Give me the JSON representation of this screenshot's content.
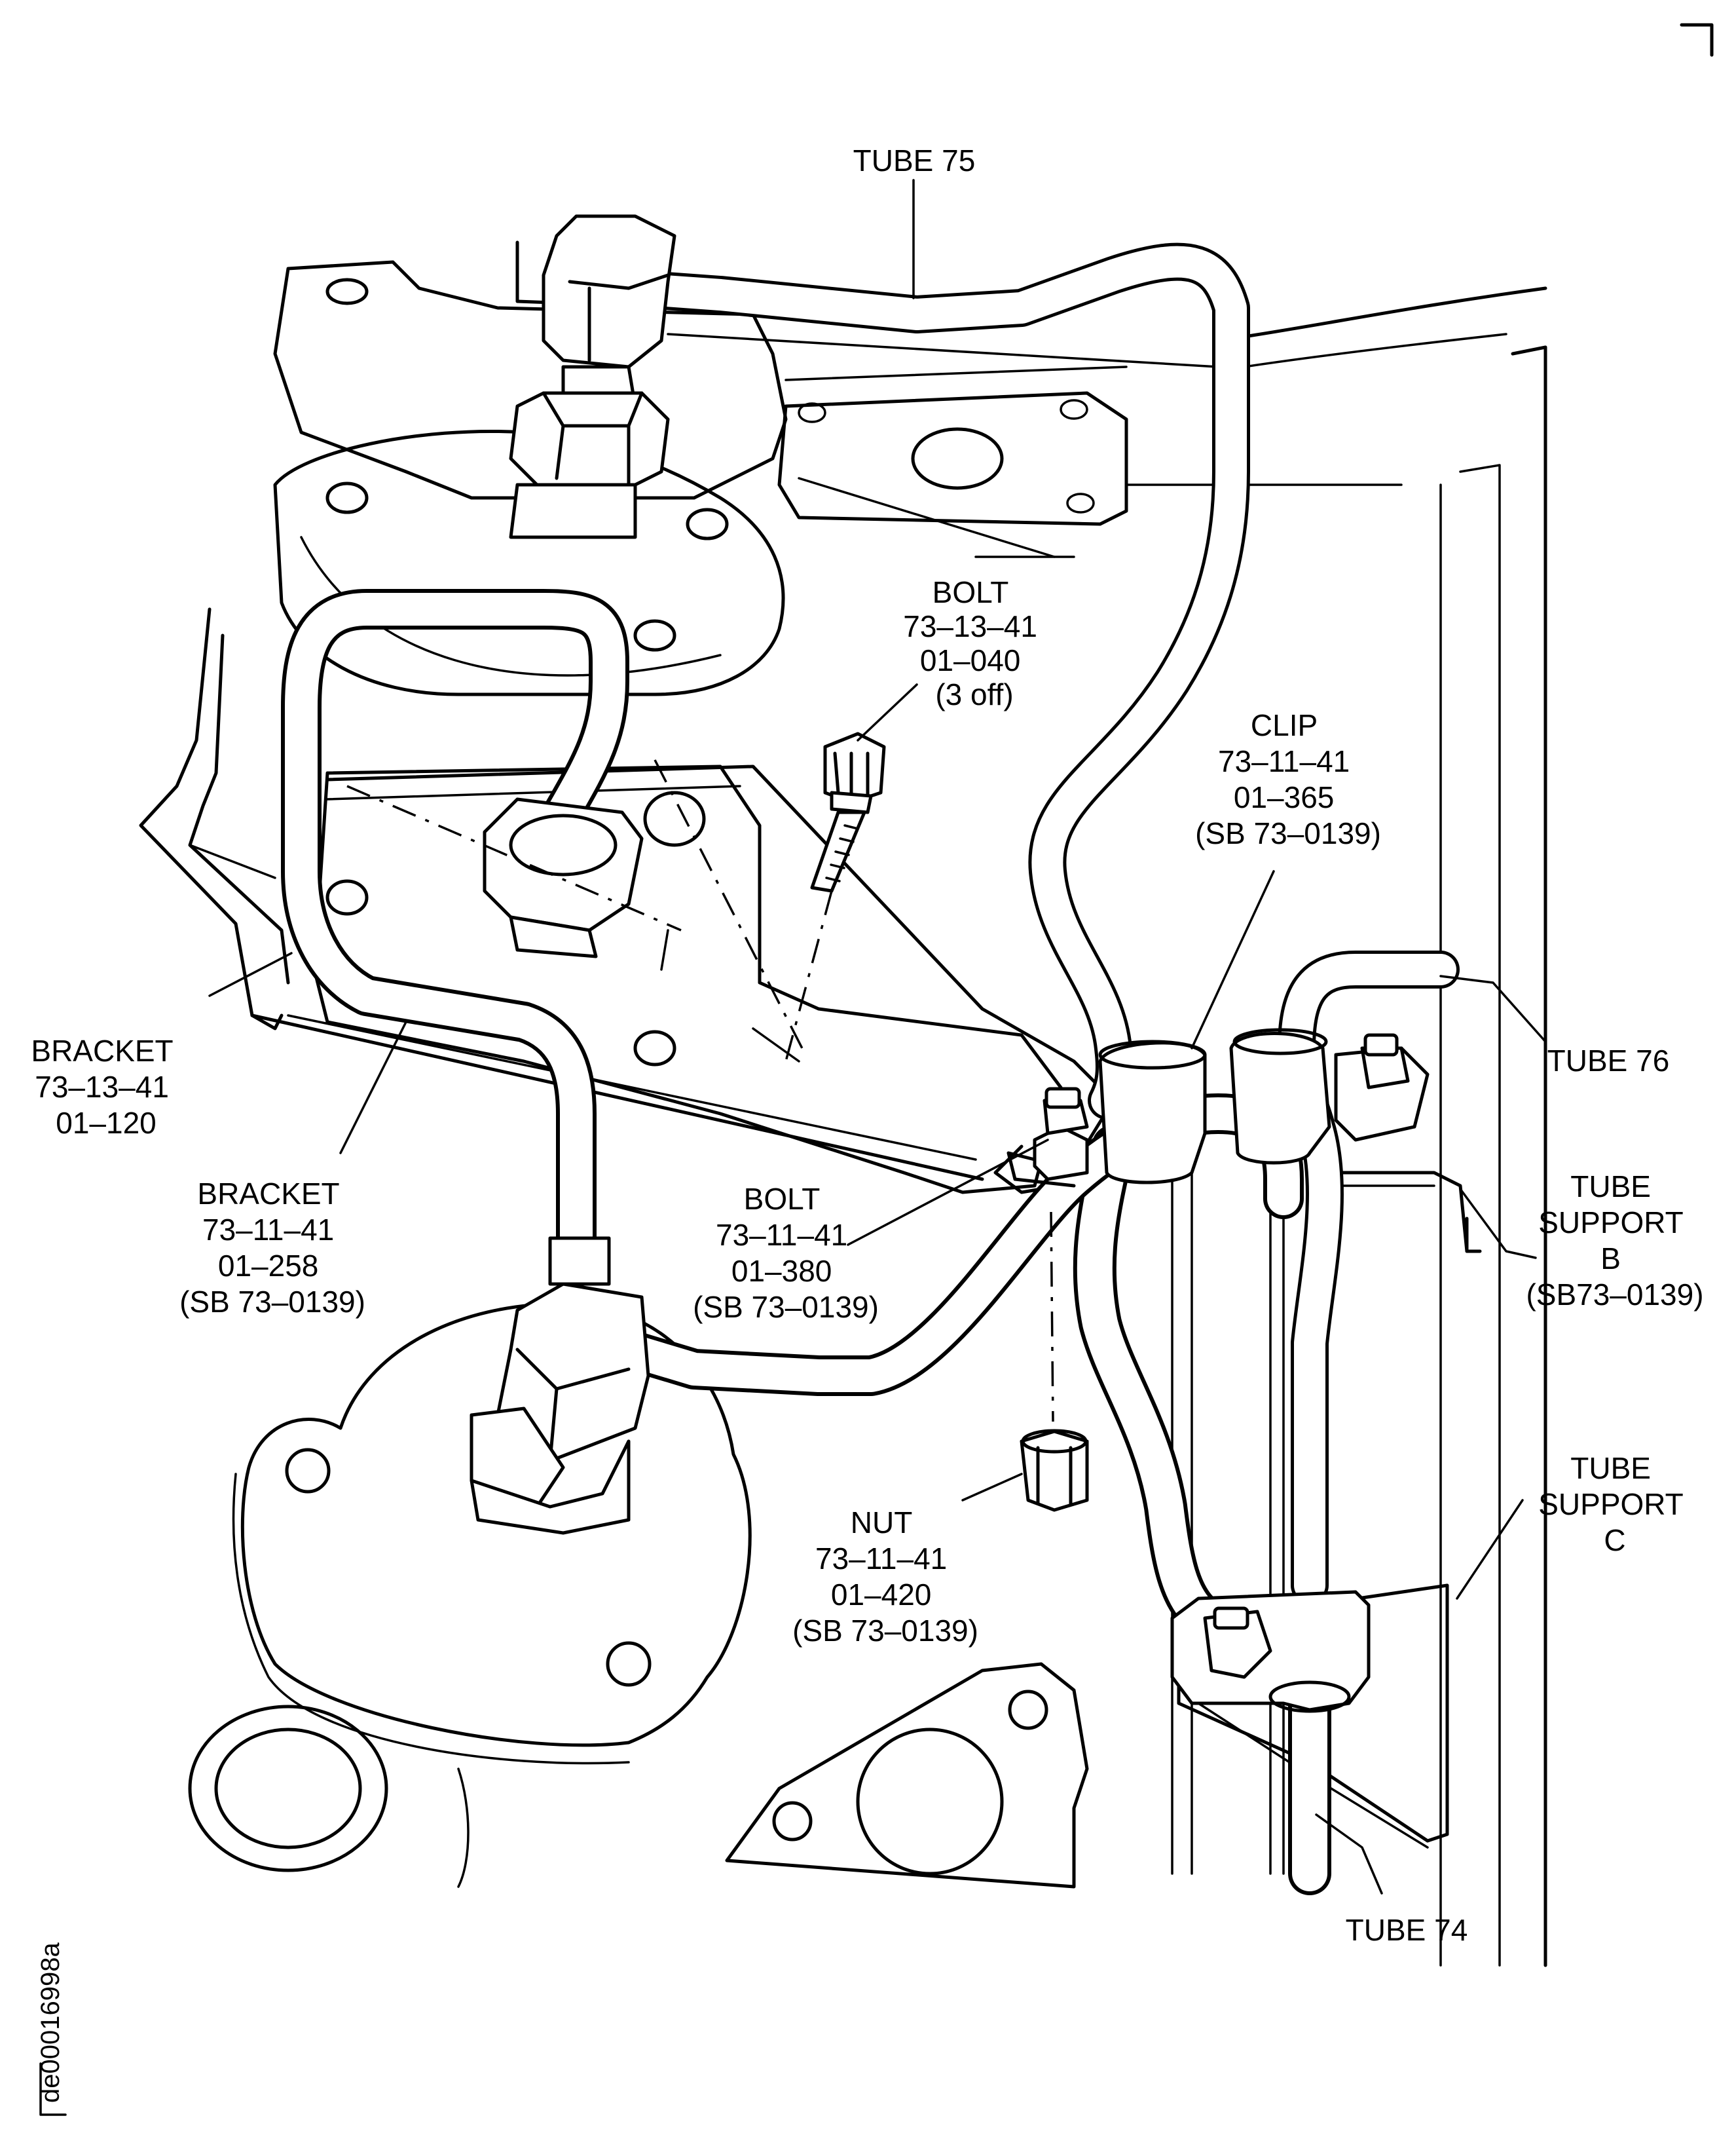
{
  "labels": {
    "tube75": "TUBE 75",
    "bolt_top": [
      "BOLT",
      "73–13–41",
      "01–040",
      "(3 off)"
    ],
    "clip": [
      "CLIP",
      "73–11–41",
      "01–365",
      "(SB 73–0139)"
    ],
    "tube76": "TUBE 76",
    "bracket_120": [
      "BRACKET",
      "73–13–41",
      "01–120"
    ],
    "bracket_258": [
      "BRACKET",
      "73–11–41",
      "01–258",
      "(SB 73–0139)"
    ],
    "bolt_380": [
      "BOLT",
      "73–11–41",
      "01–380",
      "(SB 73–0139)"
    ],
    "tube_support_b": [
      "TUBE",
      "SUPPORT",
      "B",
      "(SB73–0139)"
    ],
    "tube_support_c": [
      "TUBE",
      "SUPPORT",
      "C"
    ],
    "nut": [
      "NUT",
      "73–11–41",
      "01–420",
      "(SB 73–0139)"
    ],
    "tube74": "TUBE 74",
    "figure_id": "de00016998a"
  }
}
